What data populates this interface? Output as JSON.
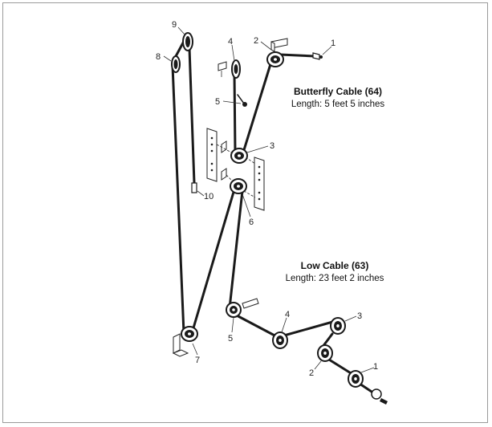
{
  "colors": {
    "line": "#1a1a1a",
    "frame": "#9a9a9a",
    "background": "#ffffff"
  },
  "butterfly_cable": {
    "title": "Butterfly Cable (64)",
    "length": "Length: 5 feet 5 inches",
    "labels": [
      "1",
      "2",
      "3",
      "4",
      "5",
      "6",
      "7",
      "8",
      "9",
      "10"
    ]
  },
  "low_cable": {
    "title": "Low Cable (63)",
    "length": "Length: 23 feet 2 inches",
    "labels": [
      "1",
      "2",
      "3",
      "4",
      "5"
    ]
  }
}
